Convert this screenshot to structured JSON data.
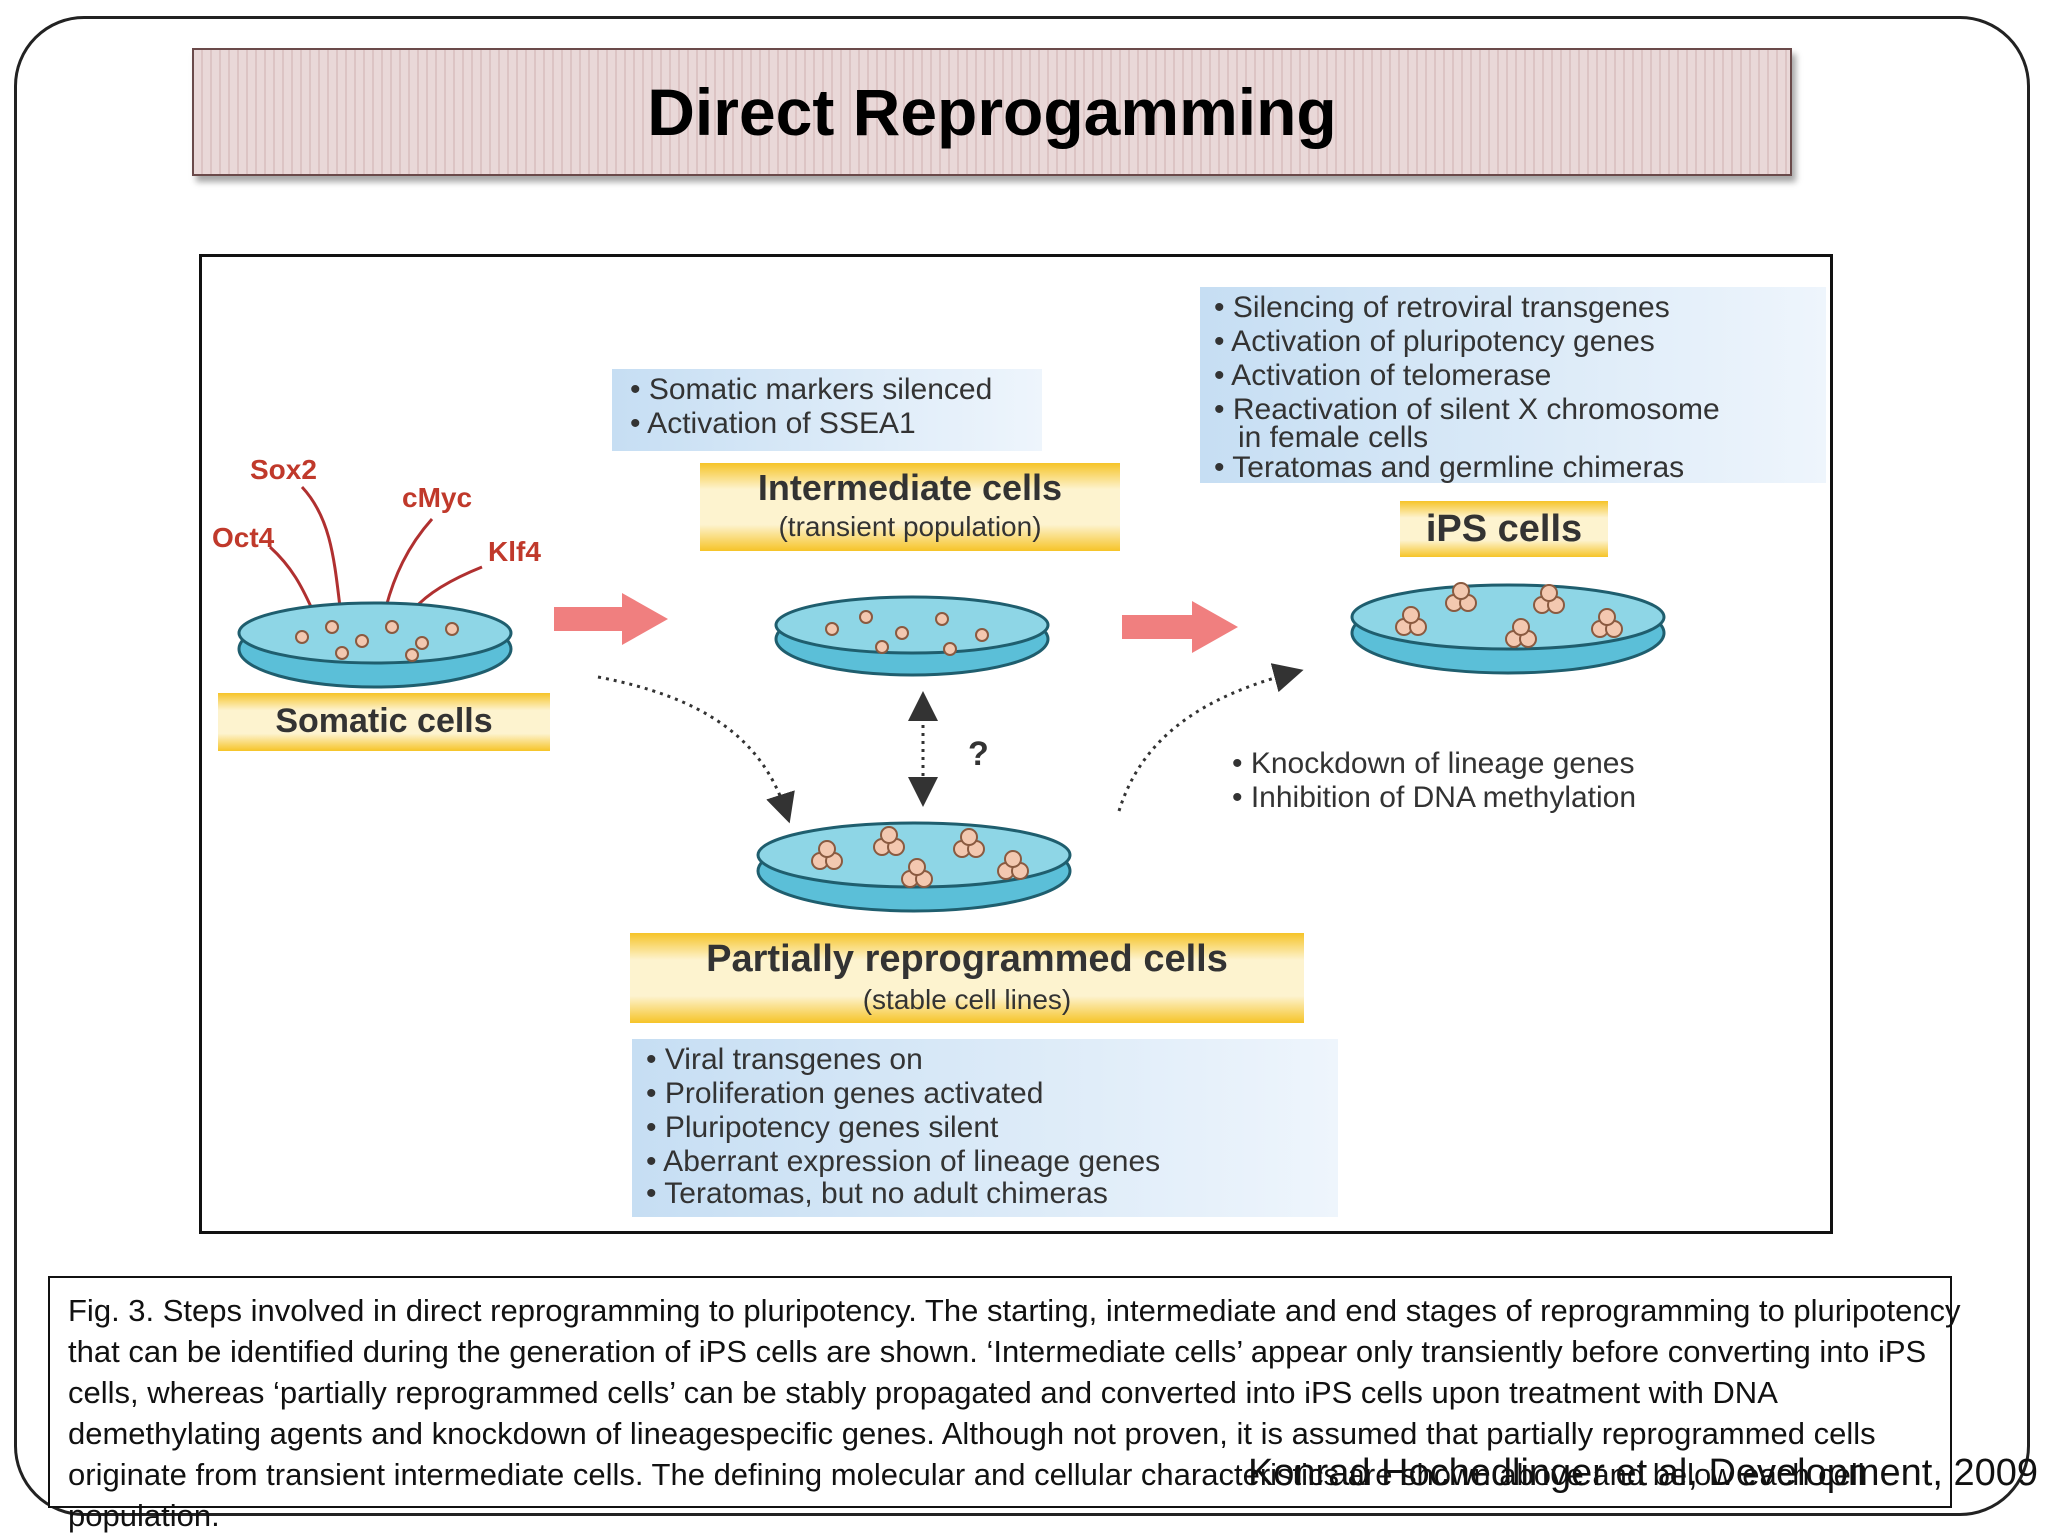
{
  "slide": {
    "title": "Direct Reprogamming",
    "citation": "Konrad Hochedlinger et al, Development, 2009",
    "caption": "Fig. 3. Steps involved in direct reprogramming to pluripotency. The starting, intermediate and end stages of reprogramming to pluripotency that can be identified during the generation of iPS cells are shown. ‘Intermediate cells’ appear only transiently before converting into iPS cells, whereas ‘partially reprogrammed cells’ can be stably propagated and converted into iPS cells upon treatment with DNA demethylating agents and knockdown of lineagespecific genes. Although not proven, it is assumed that partially reprogrammed cells originate from transient intermediate cells. The defining molecular and cellular characteristics are shown above and below each cell population."
  },
  "diagram": {
    "factors": [
      "Sox2",
      "cMyc",
      "Oct4",
      "Klf4"
    ],
    "somatic": {
      "label": "Somatic cells"
    },
    "intermediate": {
      "label": "Intermediate cells",
      "sublabel": "(transient population)",
      "notes": [
        "• Somatic markers silenced",
        "• Activation of SSEA1"
      ]
    },
    "ips": {
      "label": "iPS cells",
      "notes": [
        "• Silencing of retroviral transgenes",
        "• Activation of pluripotency genes",
        "• Activation of telomerase",
        "• Reactivation of silent X chromosome",
        "in female cells",
        "• Teratomas and germline chimeras"
      ]
    },
    "partial": {
      "label": "Partially reprogrammed cells",
      "sublabel": "(stable cell lines)",
      "notes": [
        "• Viral transgenes on",
        "• Proliferation genes activated",
        "• Pluripotency genes silent",
        "• Aberrant expression of lineage genes",
        "• Teratomas, but no adult chimeras"
      ]
    },
    "conversion_notes": [
      "• Knockdown of lineage genes",
      "• Inhibition of DNA methylation"
    ],
    "question_mark": "?",
    "colors": {
      "factor_text": "#c0392b",
      "arrow": "#f07f7f",
      "dish": "#5bbfd8",
      "cell": "#f3c8b0",
      "label_band": "#f6c428",
      "note_bg": "#cfe4f6"
    }
  }
}
